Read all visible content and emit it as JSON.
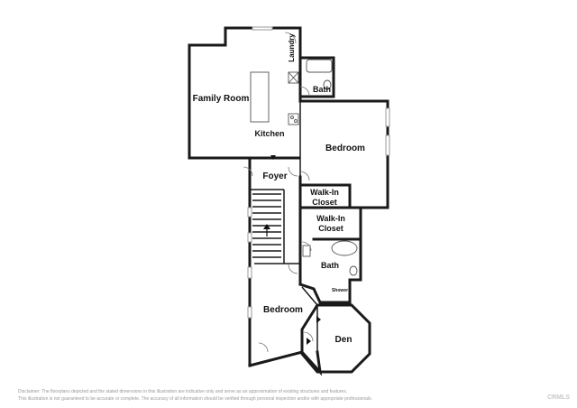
{
  "rooms": {
    "family_room": "Family Room",
    "laundry": "Laundry",
    "bath_upper": "Bath",
    "kitchen": "Kitchen",
    "bedroom_right": "Bedroom",
    "foyer": "Foyer",
    "walkin_closet_1_line1": "Walk-In",
    "walkin_closet_1_line2": "Closet",
    "walkin_closet_2_line1": "Walk-In",
    "walkin_closet_2_line2": "Closet",
    "bath_lower": "Bath",
    "shower": "Shower",
    "bedroom_lower": "Bedroom",
    "den": "Den"
  },
  "disclaimer": {
    "line1": "Disclaimer: The floorplans depicted and the stated dimensions in this illustration are indicative only and serve as an approximation of existing structures and features.",
    "line2": "This illustration is not guaranteed to be accurate or complete. The accuracy of all information should be verified through personal inspection and/or with appropriate professionals."
  },
  "watermark": "CRMLS",
  "colors": {
    "wall": "#1a1a1a",
    "background": "#ffffff",
    "fixture": "#555555"
  }
}
